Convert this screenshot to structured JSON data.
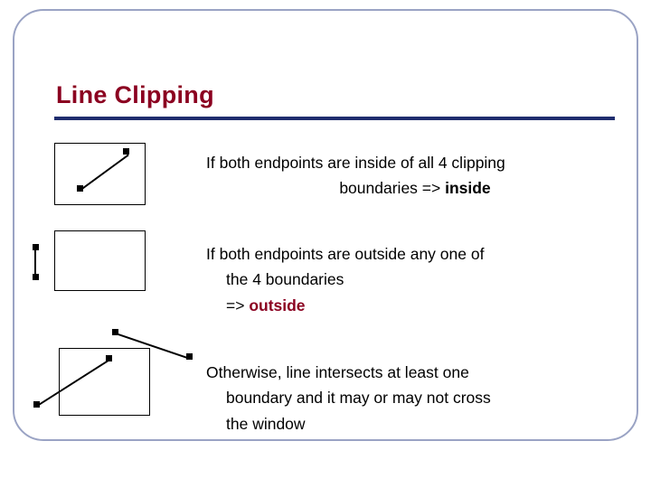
{
  "slide": {
    "title": "Line Clipping",
    "accent_title_color": "#8b0020",
    "rule_color": "#1f2d6e",
    "frame_color": "#9aa3c4"
  },
  "paragraphs": [
    {
      "id": "inside",
      "line1": "If both endpoints are inside of all 4 clipping",
      "line2": "boundaries => ",
      "emphasis": "inside",
      "emphasis_style": "bold"
    },
    {
      "id": "outside",
      "line1": "If both endpoints are outside any one of",
      "line2": "the 4 boundaries",
      "line3": "=> ",
      "emphasis": "outside",
      "emphasis_style": "bold-red"
    },
    {
      "id": "otherwise",
      "line1": "Otherwise, line intersects at least one",
      "line2": "boundary and it may or may not cross",
      "line3": "the window"
    }
  ],
  "diagrams": [
    {
      "id": "case-inside",
      "label": "rectangle-with-interior-line"
    },
    {
      "id": "case-outside",
      "label": "rectangle-with-exterior-line"
    },
    {
      "id": "case-crossing",
      "label": "rectangle-with-crossing-lines"
    }
  ]
}
